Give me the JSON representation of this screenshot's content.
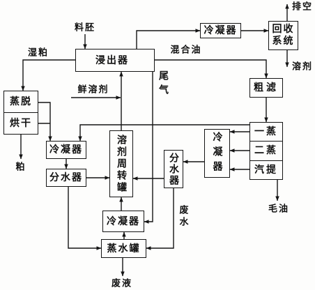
{
  "diagram": {
    "feed": "料胚",
    "extractor": "浸出器",
    "wet_meal": "湿粕",
    "mixed_oil": "混合油",
    "fresh_solvent": "鲜溶剂",
    "tail_gas": "尾气",
    "desolventizer": {
      "upper": "蒸脱",
      "lower": "烘干"
    },
    "meal": "粕",
    "condenser_top": "冷凝器",
    "recovery_system": [
      "回收",
      "系统"
    ],
    "vent": "排空",
    "recovered_solvent": "溶剂",
    "coarse_filter": "粗滤",
    "evaporation": {
      "first": "一蒸",
      "second": "二蒸",
      "stripping": "汽提"
    },
    "crude_oil": "毛油",
    "condenser_right": "冷凝器",
    "water_separator_middle": "分水器",
    "solvent_tank": "溶剂周转罐",
    "condenser_left": "冷凝器",
    "water_separator_left": "分水器",
    "waste_water": "废水",
    "condenser_bottom": "冷凝器",
    "steam_water_tank": "蒸水罐",
    "waste_liquid": "废液"
  }
}
